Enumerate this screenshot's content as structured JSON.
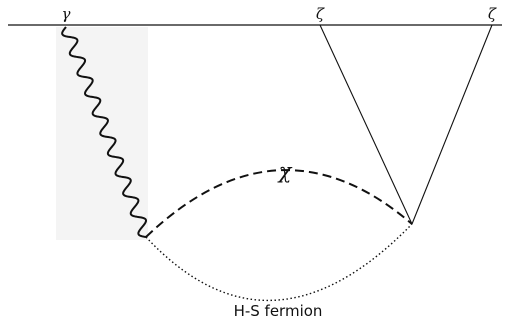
{
  "labels": {
    "photon": "γ",
    "zeta_1": "ζ",
    "zeta_2": "ζ",
    "chi": "χ",
    "fermion": "H-S fermion"
  },
  "colors": {
    "line": "#111111",
    "background": "#ffffff"
  }
}
